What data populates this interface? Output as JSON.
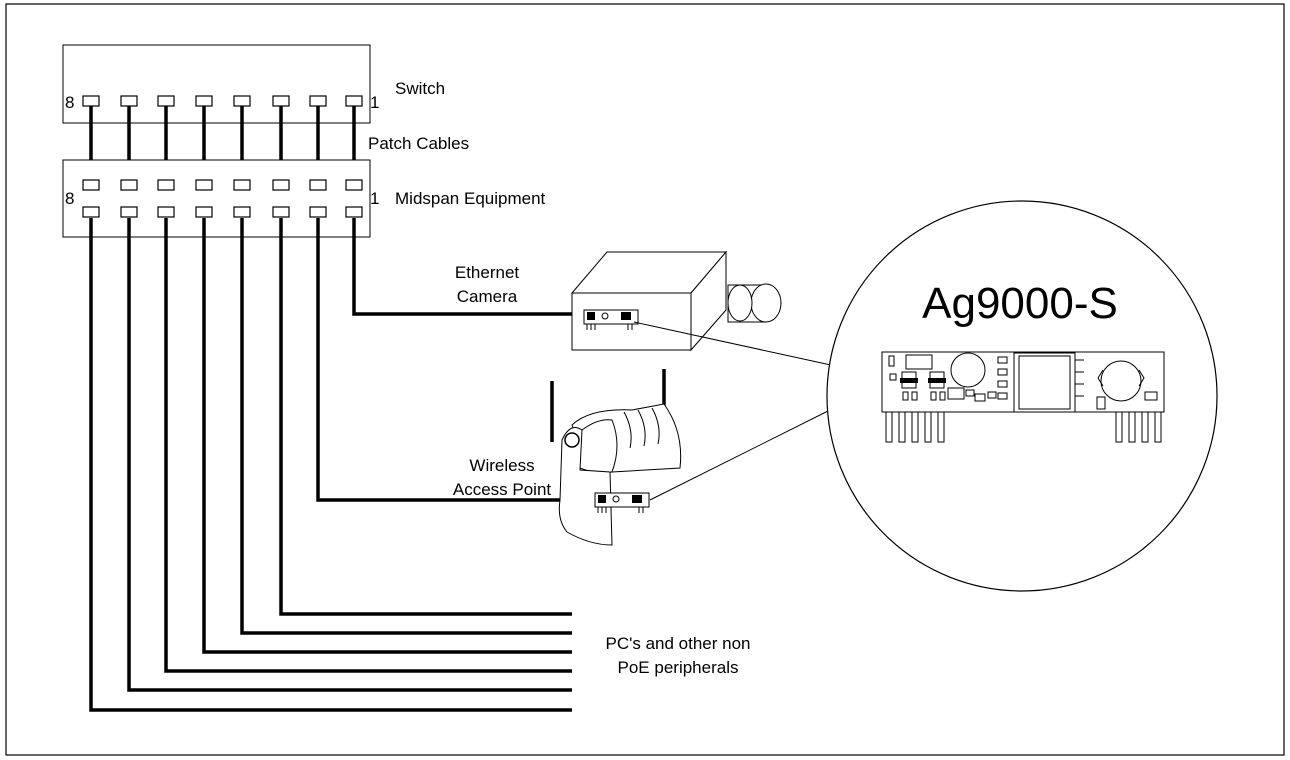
{
  "labels": {
    "switch": "Switch",
    "patch_cables": "Patch Cables",
    "midspan": "Midspan Equipment",
    "ethernet_camera_line1": "Ethernet",
    "ethernet_camera_line2": "Camera",
    "wap_line1": "Wireless",
    "wap_line2": "Access Point",
    "pcs_line1": "PC's and other non",
    "pcs_line2": "PoE peripherals",
    "module_title": "Ag9000-S"
  },
  "switch_port_numbers": {
    "left": "8",
    "right": "1"
  },
  "midspan_port_numbers": {
    "left": "8",
    "right": "1"
  },
  "port_count": 8
}
